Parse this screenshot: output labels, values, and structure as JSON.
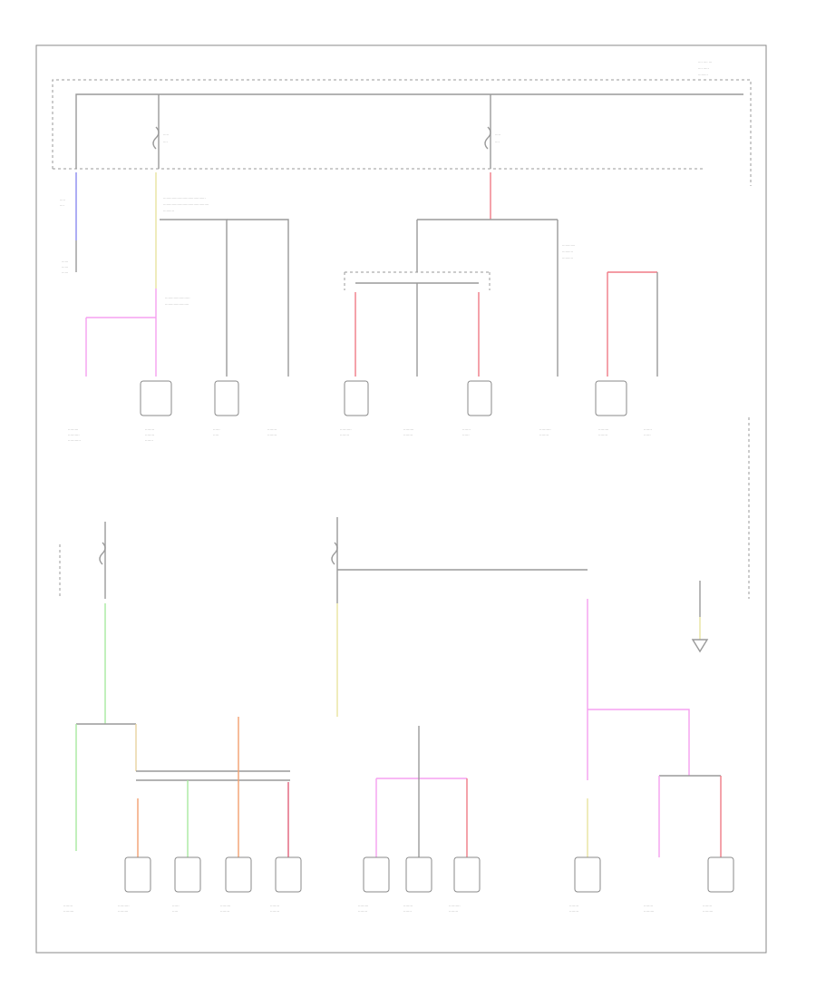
{
  "diagram": {
    "footer_code": "",
    "colors": {
      "black": "#9a9a9a",
      "blue": "#8a8af0",
      "yellow": "#e8e3a0",
      "pink": "#f5a0f0",
      "red": "#f07a86",
      "green": "#a8eaa0",
      "orange": "#f2a070",
      "tan": "#e8d2a0",
      "dkred": "#e0607a"
    },
    "components": [
      "component-1",
      "component-2",
      "component-3",
      "component-4",
      "component-5",
      "component-6",
      "component-7",
      "component-8",
      "component-9",
      "component-10",
      "component-11",
      "component-12",
      "component-13",
      "component-14",
      "component-15",
      "component-16",
      "component-17",
      "component-18",
      "component-19",
      "component-20",
      "component-21"
    ]
  }
}
